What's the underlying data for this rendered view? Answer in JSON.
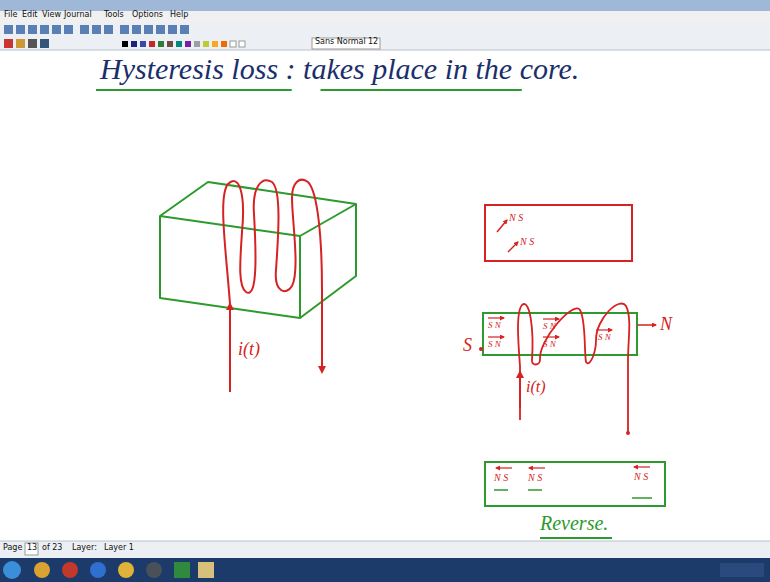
{
  "diagram": {
    "title": "Hysteresis loss : takes place in the core.",
    "labels": [
      "File",
      "Edit",
      "View",
      "Journal",
      "Tools",
      "Options",
      "Help",
      "Sans Normal",
      "12",
      "Page",
      "13",
      "of 23",
      "Layer:",
      "Layer 1",
      "i(t)",
      "S",
      "N",
      "i(t)",
      "Reverse.",
      "N S",
      "N S",
      "S N",
      "S N",
      "S N",
      "S N",
      "S N",
      "N S",
      "N S",
      "N S"
    ]
  }
}
